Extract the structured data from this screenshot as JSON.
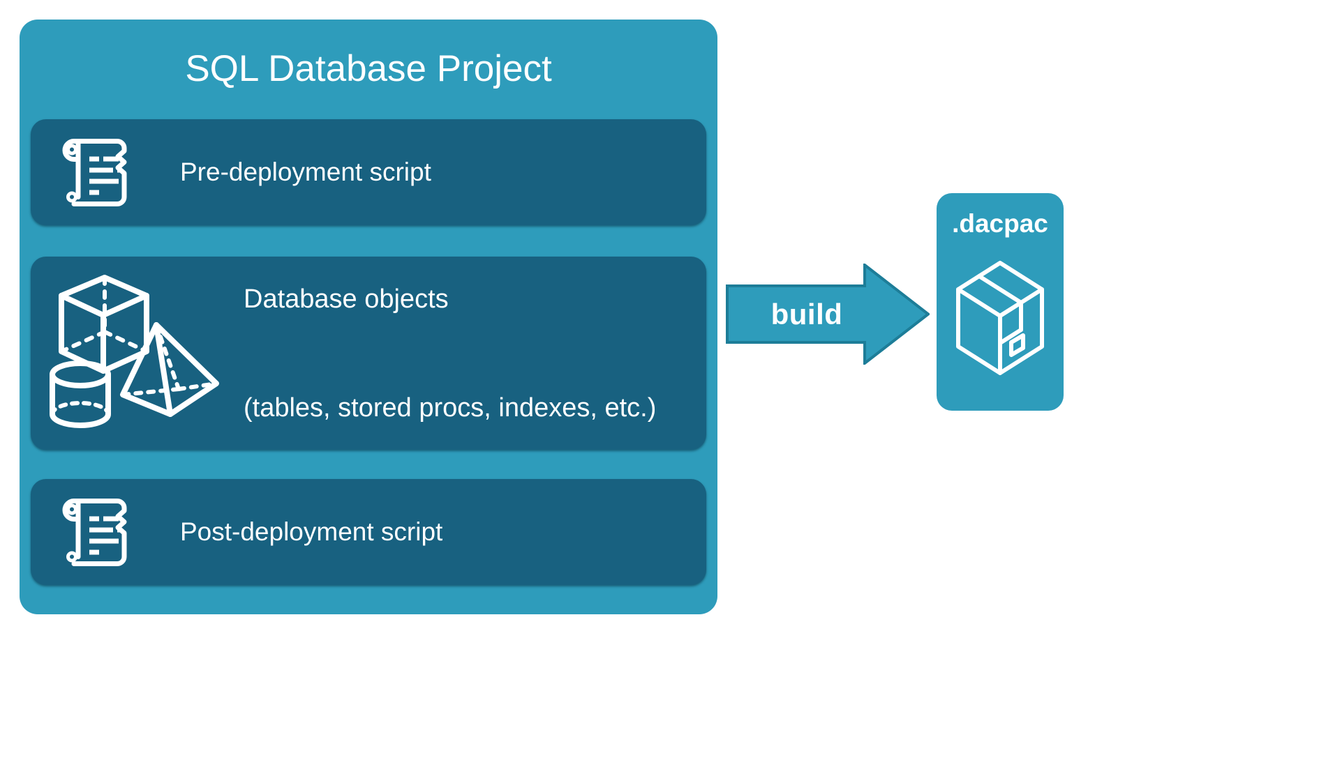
{
  "diagram": {
    "title": "SQL Database Project",
    "colors": {
      "background": "#ffffff",
      "project_card": "#2e9cbb",
      "panel": "#186180",
      "arrow_fill": "#2e9cbb",
      "arrow_stroke": "#1f7d99",
      "text": "#ffffff"
    }
  },
  "project": {
    "title": "SQL Database Project",
    "panels": [
      {
        "id": "pre-deployment",
        "label": "Pre-deployment script",
        "icon": "scroll-icon"
      },
      {
        "id": "database-objects",
        "label": "Database objects\n(tables, stored procs, indexes, etc.)",
        "line1": "Database objects",
        "line2": "(tables, stored procs, indexes, etc.)",
        "icon": "shapes-icon"
      },
      {
        "id": "post-deployment",
        "label": "Post-deployment script",
        "icon": "scroll-icon"
      }
    ]
  },
  "arrow": {
    "label": "build",
    "direction": "right"
  },
  "output": {
    "title": ".dacpac",
    "icon": "package-box-icon"
  }
}
